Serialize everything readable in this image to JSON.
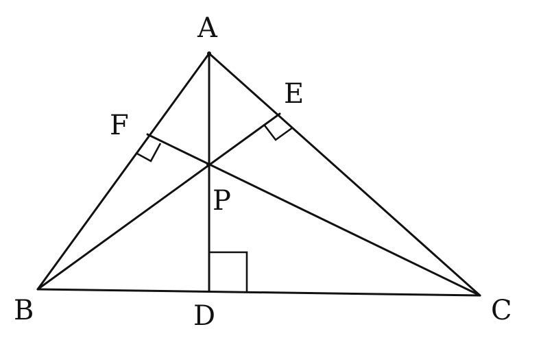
{
  "diagram": {
    "labels": {
      "A": "A",
      "B": "B",
      "C": "C",
      "D": "D",
      "E": "E",
      "F": "F",
      "P": "P"
    },
    "colors": {
      "stroke": "#111111",
      "background": "#ffffff"
    }
  }
}
